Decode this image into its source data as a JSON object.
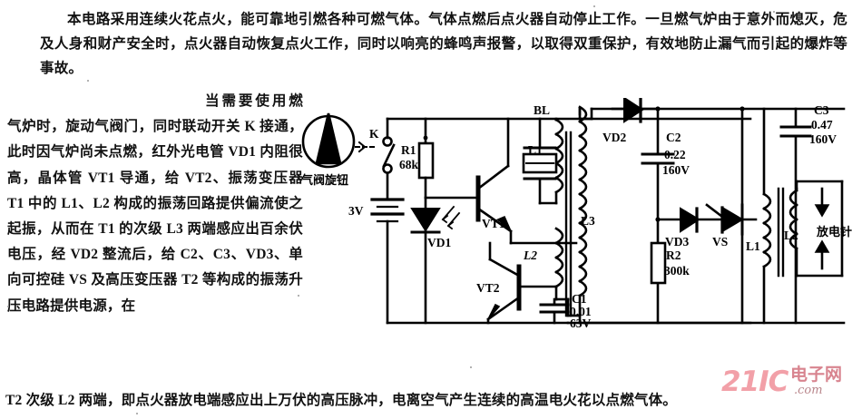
{
  "document": {
    "intro_paragraph": "本电路采用连续火花点火，能可靠地引燃各种可燃气体。气体点燃后点火器自动停止工作。一旦燃气炉由于意外而熄灭，危及人身和财产安全时，点火器自动恢复点火工作，同时以响亮的蜂鸣声报警，以取得双重保护，有效地防止漏气而引起的爆炸等事故。",
    "body_paragraph": "当需要使用燃气炉时，旋动气阀门，同时联动开关 K 接通，此时因气炉尚未点燃，红外光电管 VD1 内阻很高，晶体管 VT1 导通，给 VT2、振荡变压器 T1 中的 L1、L2 构成的振荡回路提供偏流使之起振，从而在 T1 的次级 L3 两端感应出百余伏电压，经 VD2 整流后，给 C2、C3、VD3、单向可控硅 VS 及高压变压器 T2 等构成的振荡升压电路提供电源，在",
    "tail_paragraph": "T2 次级 L2 两端，即点火器放电端感应出上万伏的高压脉冲，电离空气产生连续的高温电火花以点燃气体。"
  },
  "circuit": {
    "labels": {
      "valve_knob": "气阀旋钮",
      "switch_k": "K",
      "battery": "3V",
      "r1_name": "R1",
      "r1_value": "68k",
      "vd1": "VD1",
      "vt1": "VT1",
      "buzzer": "BL",
      "l1_primary": "L1",
      "l2_primary": "L2",
      "vt2": "VT2",
      "l3": "L3",
      "c1_name": "C1",
      "c1_value": "0.01",
      "c1_voltage": "63V",
      "vd2": "VD2",
      "c2_name": "C2",
      "c2_value": "0.22",
      "c2_voltage": "160V",
      "c3_name": "C3",
      "c3_value": "0.47",
      "c3_voltage": "160V",
      "vd3": "VD3",
      "vs": "VS",
      "r2_name": "R2",
      "r2_value": "300k",
      "l1_secondary": "L1",
      "l2_secondary": "L2",
      "discharge_needle": "放电针"
    }
  },
  "watermark": {
    "brand": "21IC",
    "chinese": "电子网",
    "domain": ".com",
    "color": "#f2a0a8"
  }
}
